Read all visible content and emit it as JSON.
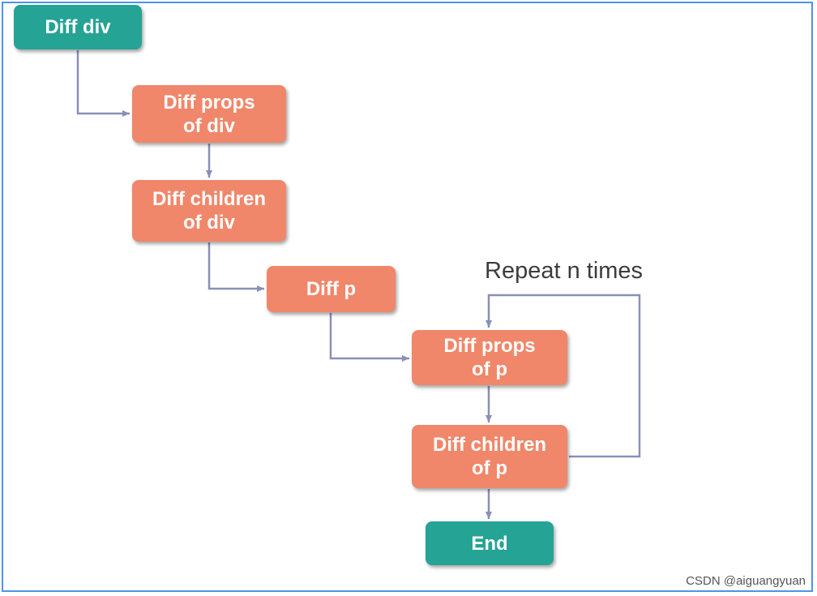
{
  "nodes": {
    "diff_div": "Diff div",
    "diff_props_div": "Diff props\nof div",
    "diff_children_div": "Diff children\nof div",
    "diff_p": "Diff p",
    "diff_props_p": "Diff props\nof p",
    "diff_children_p": "Diff children\nof p",
    "end": "End"
  },
  "loop_label": "Repeat n times",
  "watermark": "CSDN @aiguangyuan",
  "colors": {
    "start_end": "#25a395",
    "step": "#f0876a",
    "connector": "#8a8fb8",
    "frame": "#4f93e6"
  }
}
